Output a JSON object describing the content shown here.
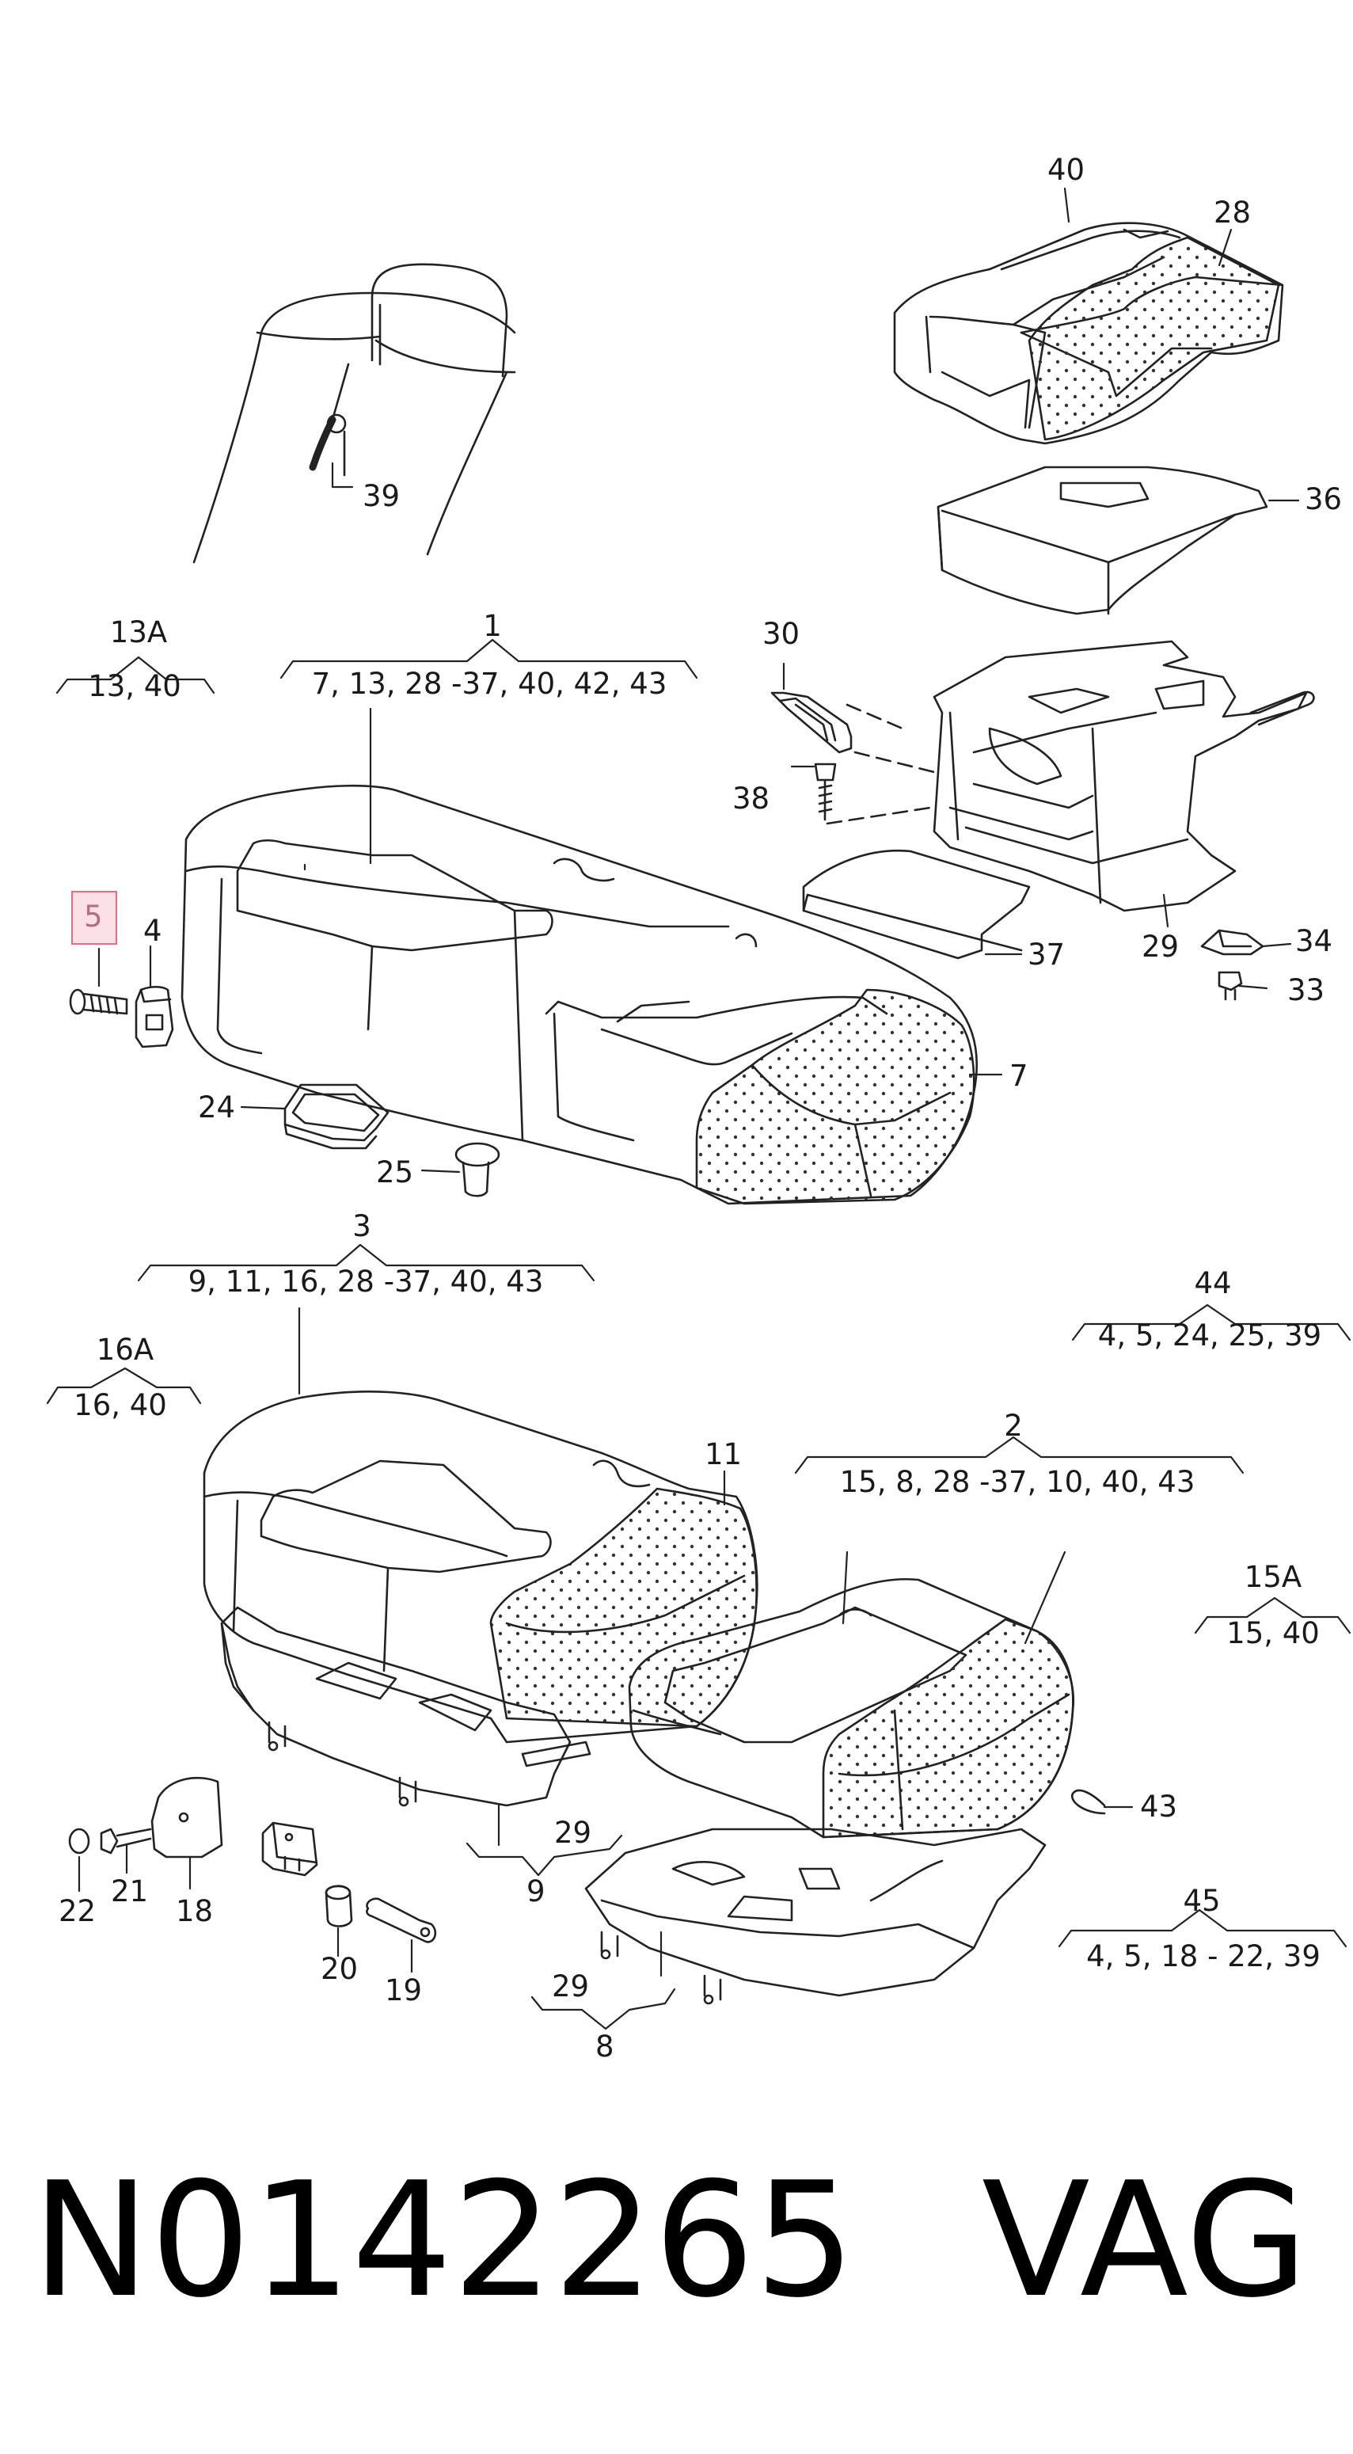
{
  "callouts": {
    "c40": "40",
    "c28": "28",
    "c39": "39",
    "c36": "36",
    "c30": "30",
    "c38": "38",
    "c5": "5",
    "c4": "4",
    "c37": "37",
    "c29": "29",
    "c34": "34",
    "c33": "33",
    "c7": "7",
    "c24": "24",
    "c25": "25",
    "c11": "11",
    "c43": "43",
    "c22": "22",
    "c21": "21",
    "c18": "18",
    "c20": "20",
    "c19": "19",
    "c9": "9",
    "c29b": "29",
    "c29c": "29",
    "c8": "8"
  },
  "groups": {
    "g13A": {
      "title": "13A",
      "list": "13, 40"
    },
    "g1": {
      "title": "1",
      "list": "7, 13, 28 -37, 40, 42, 43"
    },
    "g3": {
      "title": "3",
      "list": "9, 11, 16, 28 -37, 40, 43"
    },
    "g16A": {
      "title": "16A",
      "list": "16, 40"
    },
    "g44": {
      "title": "44",
      "list": "4, 5, 24, 25, 39"
    },
    "g2": {
      "title": "2",
      "list": "15, 8, 28 -37, 10, 40,  43"
    },
    "g15A": {
      "title": "15A",
      "list": "15, 40"
    },
    "g45": {
      "title": "45",
      "list": "4, 5, 18 - 22, 39"
    }
  },
  "footer": {
    "part_number": "N0142265",
    "brand": "VAG"
  },
  "highlighted_part": "5"
}
